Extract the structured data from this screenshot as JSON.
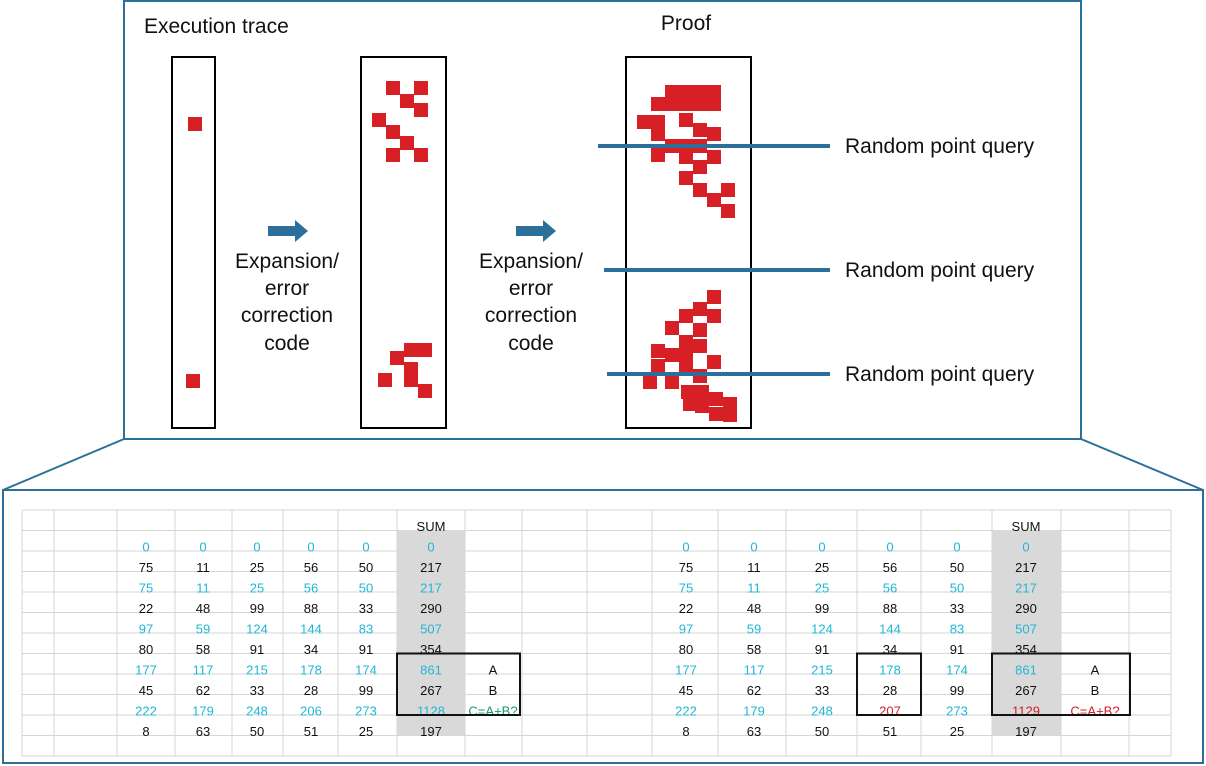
{
  "top_panel": {
    "execution_trace_label": "Execution trace",
    "proof_label": "Proof",
    "arrow1_label": [
      "Expansion/",
      "error",
      "correction",
      "code"
    ],
    "arrow2_label": [
      "Expansion/",
      "error",
      "correction",
      "code"
    ],
    "query_labels": [
      "Random point query",
      "Random point query",
      "Random point query"
    ]
  },
  "tables": [
    {
      "name": "left",
      "sum_header": "SUM",
      "rows": [
        {
          "cells": [
            "0",
            "0",
            "0",
            "0",
            "0"
          ],
          "sum": "0",
          "style": "cyan"
        },
        {
          "cells": [
            "75",
            "11",
            "25",
            "56",
            "50"
          ],
          "sum": "217",
          "style": "black"
        },
        {
          "cells": [
            "75",
            "11",
            "25",
            "56",
            "50"
          ],
          "sum": "217",
          "style": "cyan"
        },
        {
          "cells": [
            "22",
            "48",
            "99",
            "88",
            "33"
          ],
          "sum": "290",
          "style": "black"
        },
        {
          "cells": [
            "97",
            "59",
            "124",
            "144",
            "83"
          ],
          "sum": "507",
          "style": "cyan"
        },
        {
          "cells": [
            "80",
            "58",
            "91",
            "34",
            "91"
          ],
          "sum": "354",
          "style": "black"
        },
        {
          "cells": [
            "177",
            "117",
            "215",
            "178",
            "174"
          ],
          "sum": "861",
          "style": "cyan",
          "note": "A"
        },
        {
          "cells": [
            "45",
            "62",
            "33",
            "28",
            "99"
          ],
          "sum": "267",
          "style": "black",
          "note": "B"
        },
        {
          "cells": [
            "222",
            "179",
            "248",
            "206",
            "273"
          ],
          "sum": "1128",
          "style": "cyan",
          "note": "C=A+B?"
        },
        {
          "cells": [
            "8",
            "63",
            "50",
            "51",
            "25"
          ],
          "sum": "197",
          "style": "black"
        }
      ]
    },
    {
      "name": "right",
      "sum_header": "SUM",
      "rows": [
        {
          "cells": [
            "0",
            "0",
            "0",
            "0",
            "0"
          ],
          "sum": "0",
          "style": "cyan"
        },
        {
          "cells": [
            "75",
            "11",
            "25",
            "56",
            "50"
          ],
          "sum": "217",
          "style": "black"
        },
        {
          "cells": [
            "75",
            "11",
            "25",
            "56",
            "50"
          ],
          "sum": "217",
          "style": "cyan"
        },
        {
          "cells": [
            "22",
            "48",
            "99",
            "88",
            "33"
          ],
          "sum": "290",
          "style": "black"
        },
        {
          "cells": [
            "97",
            "59",
            "124",
            "144",
            "83"
          ],
          "sum": "507",
          "style": "cyan"
        },
        {
          "cells": [
            "80",
            "58",
            "91",
            "34",
            "91"
          ],
          "sum": "354",
          "style": "black"
        },
        {
          "cells": [
            "177",
            "117",
            "215",
            "178",
            "174"
          ],
          "sum": "861",
          "style": "cyan",
          "note": "A"
        },
        {
          "cells": [
            "45",
            "62",
            "33",
            "28",
            "99"
          ],
          "sum": "267",
          "style": "black",
          "note": "B"
        },
        {
          "cells": [
            "222",
            "179",
            "248",
            "207",
            "273"
          ],
          "sum": "1129",
          "style": "cyan",
          "note": "C=A+B?",
          "error_col": 3
        },
        {
          "cells": [
            "8",
            "63",
            "50",
            "51",
            "25"
          ],
          "sum": "197",
          "style": "black"
        }
      ]
    }
  ],
  "colors": {
    "frame": "#2b6f9a",
    "query_line": "#2b6f9a",
    "square": "#d71f26",
    "cyan": "#1fb7d4",
    "green_note": "#1a9a6b",
    "red_note": "#d71f26",
    "sum_bg": "#d9d9d9"
  }
}
